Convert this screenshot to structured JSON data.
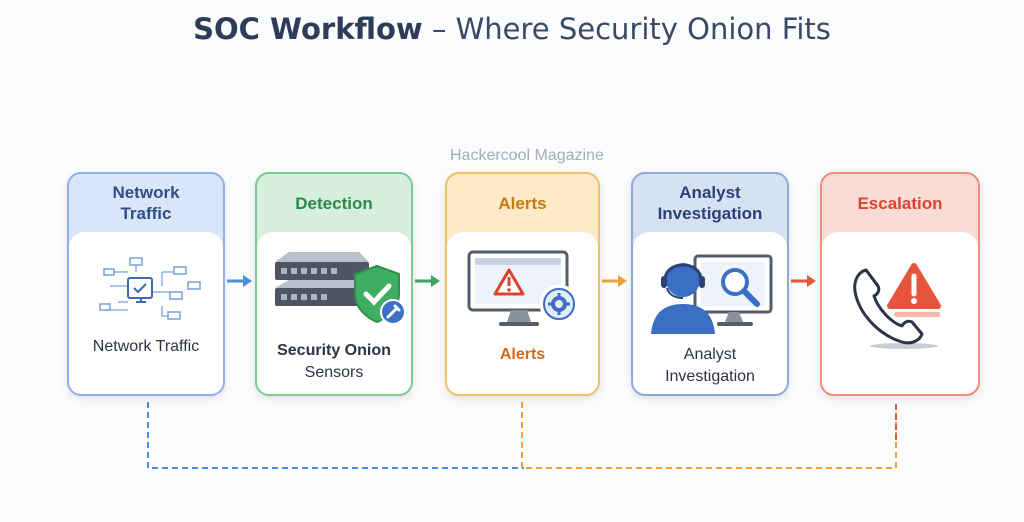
{
  "title": {
    "bold": "SOC Workflow",
    "light": "– Where Security Onion Fits"
  },
  "watermark": "Hackercool Magazine",
  "steps": [
    {
      "header": [
        "Network",
        "Traffic"
      ],
      "label": [
        "Network Traffic"
      ],
      "icon": "network-diagram-icon",
      "color": "#4a7fd4"
    },
    {
      "header": [
        "Detection"
      ],
      "label": [
        "Security Onion",
        "Sensors"
      ],
      "icon": "sensor-shield-icon",
      "color": "#3aa560"
    },
    {
      "header": [
        "Alerts"
      ],
      "label": [
        "Alerts"
      ],
      "icon": "monitor-alert-icon",
      "color": "#e39a1e"
    },
    {
      "header": [
        "Analyst",
        "Investigation"
      ],
      "label": [
        "Analyst",
        "Investigation"
      ],
      "icon": "analyst-magnifier-icon",
      "color": "#3d67b8"
    },
    {
      "header": [
        "Escalation"
      ],
      "label": [],
      "icon": "phone-warning-icon",
      "color": "#e5553d"
    }
  ]
}
